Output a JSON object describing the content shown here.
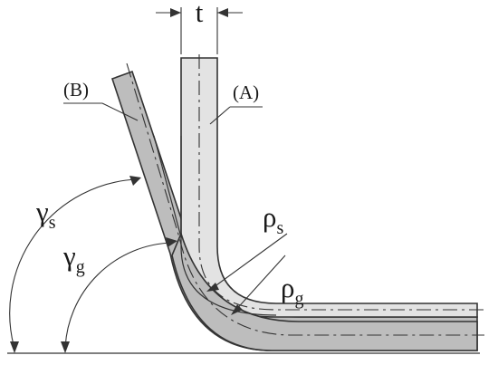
{
  "labels": {
    "thickness": "t",
    "part_a": "(A)",
    "part_b": "(B)",
    "gamma_s": {
      "base": "γ",
      "sub": "s"
    },
    "gamma_g": {
      "base": "γ",
      "sub": "g"
    },
    "rho_s": {
      "base": "ρ",
      "sub": "s"
    },
    "rho_g": {
      "base": "ρ",
      "sub": "g"
    }
  },
  "colors": {
    "sheet_a_fill": "#e3e3e3",
    "sheet_b_fill": "#bdbdbd",
    "line": "#333333"
  }
}
